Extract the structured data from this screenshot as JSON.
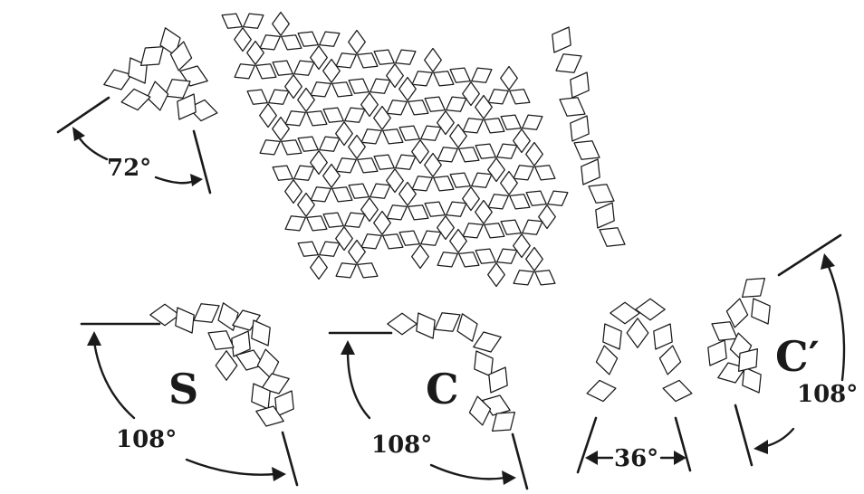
{
  "labels": {
    "angle_72": "72°",
    "angle_108_s": "108°",
    "angle_108_c": "108°",
    "angle_36": "36°",
    "angle_108_cprime": "108°",
    "s_letter": "S",
    "c_letter": "C",
    "cprime_letter": "C′"
  },
  "colors": {
    "ink": "#1a1a1a",
    "paper": "#ffffff"
  }
}
